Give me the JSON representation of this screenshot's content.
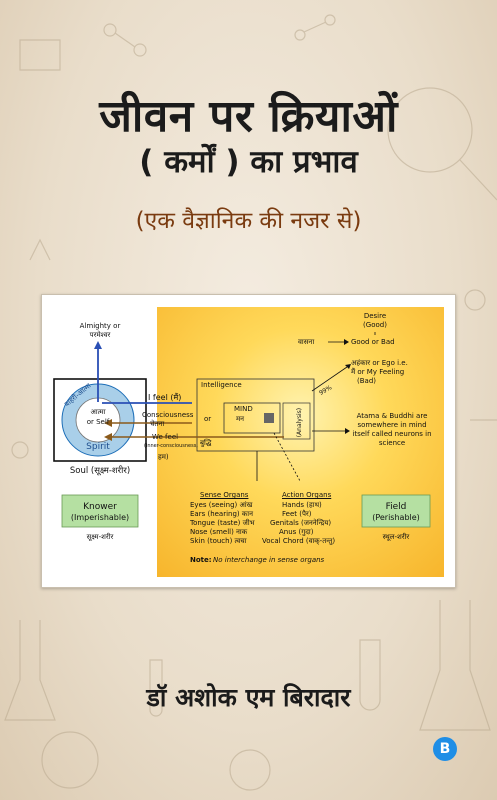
{
  "cover": {
    "title_line1": "जीवन पर क्रियाओं",
    "title_line2": "( कर्मों ) का प्रभाव",
    "subtitle": "(एक वैज्ञानिक की नजर से)",
    "author": "डॉ अशोक एम बिरादार",
    "publisher_logo": "B"
  },
  "diagram": {
    "almighty": "Almighty or",
    "almighty_hi": "परमेश्वर",
    "outer_ring": "बाहरी-आत्मा",
    "atma": "आत्मा",
    "or_self": "or Self",
    "spirit": "Spirit",
    "soul": "Soul (सूक्ष्म-शरीर)",
    "i_feel": "I feel (मैं)",
    "consciousness": "Consciousness",
    "chetna": "चेतना",
    "we_feel": "We feel",
    "inner_consciousness": "(inner-consciousness,",
    "hum": "हम)",
    "intelligence": "Intelligence",
    "or": "or",
    "mind": "MIND",
    "man": "मन",
    "buddhi": "बुद्धि",
    "analysis": "(Analysis)",
    "percent": "99%",
    "desire": "Desire",
    "good": "(Good)",
    "vasna": "वासना",
    "good_or_bad": "Good or Bad",
    "ahankar": "अहंकार or Ego i.e.",
    "main_feeling": "मैं or My Feeling",
    "bad": "(Bad)",
    "atama_line1": "Atama & Buddhi are",
    "atama_line2": "somewhere in mind",
    "atama_line3": "itself called neurons in",
    "atama_line4": "science",
    "knower_line1": "Knower",
    "knower_line2": "(Imperishable)",
    "sukshma": "सूक्ष्म-शरीर",
    "field_line1": "Field",
    "field_line2": "(Perishable)",
    "sthula": "स्थूल-शरीर",
    "sense_title": "Sense Organs",
    "sense_organs": [
      "Eyes (seeing) आंख",
      "Ears (hearing) कान",
      "Tongue (taste) जीभ",
      "Nose (smell) नाक",
      "Skin (touch) त्वचा"
    ],
    "action_title": "Action Organs",
    "action_organs": [
      "Hands (हाथ)",
      "Feet (पैर)",
      "Genitals (जननेन्द्रिय)",
      "Anus (गुदा)",
      "Vocal Chord (वाक्-तन्तु)"
    ],
    "note_label": "Note:",
    "note_text": "No interchange in sense organs"
  },
  "colors": {
    "arrow_blue": "#2a4fb5",
    "arrow_brown": "#8b5a1a",
    "ring_blue": "#1e6fb8",
    "box_green": "#b5e0a2"
  }
}
